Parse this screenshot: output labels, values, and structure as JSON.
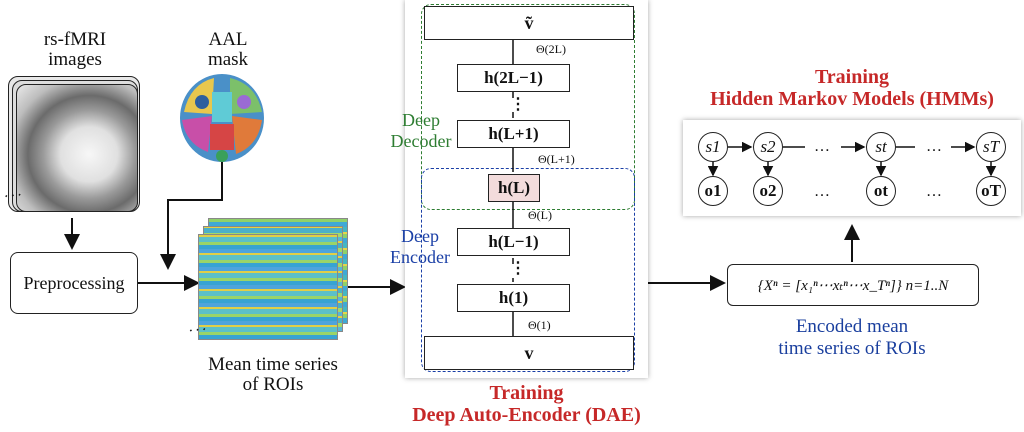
{
  "labels": {
    "rsfmri": "rs-fMRI\nimages",
    "aal": "AAL\nmask",
    "preprocessing": "Preprocessing",
    "mean_ts": "Mean time series\nof ROIs",
    "deep_decoder": "Deep\nDecoder",
    "deep_encoder": "Deep\nEncoder",
    "training_dae": "Training\nDeep Auto-Encoder (DAE)",
    "training_hmm": "Training\nHidden Markov Models (HMMs)",
    "encoded_mean": "Encoded mean\ntime series of ROIs"
  },
  "dae": {
    "v_tilde": "ṽ",
    "layers": {
      "h_2L_1": "h(2L−1)",
      "h_L1": "h(L+1)",
      "h_L": "h(L)",
      "h_Lm1": "h(L−1)",
      "h_1": "h(1)"
    },
    "v": "v",
    "thetas": {
      "t_2L": "Θ(2L)",
      "t_L1": "Θ(L+1)",
      "t_L": "Θ(L)",
      "t_1": "Θ(1)"
    }
  },
  "hmm": {
    "states": [
      "s1",
      "s2",
      "st",
      "sT"
    ],
    "observations": [
      "o1",
      "o2",
      "ot",
      "oT"
    ],
    "ellipsis": "…"
  },
  "formula": "{Xⁿ = [x₁ⁿ⋯xₜⁿ⋯x_Tⁿ]} n=1..N",
  "colors": {
    "red": "#c62828",
    "green": "#2e7d32",
    "blue": "#1a3fa6",
    "highlight": "#f3dcdc"
  }
}
